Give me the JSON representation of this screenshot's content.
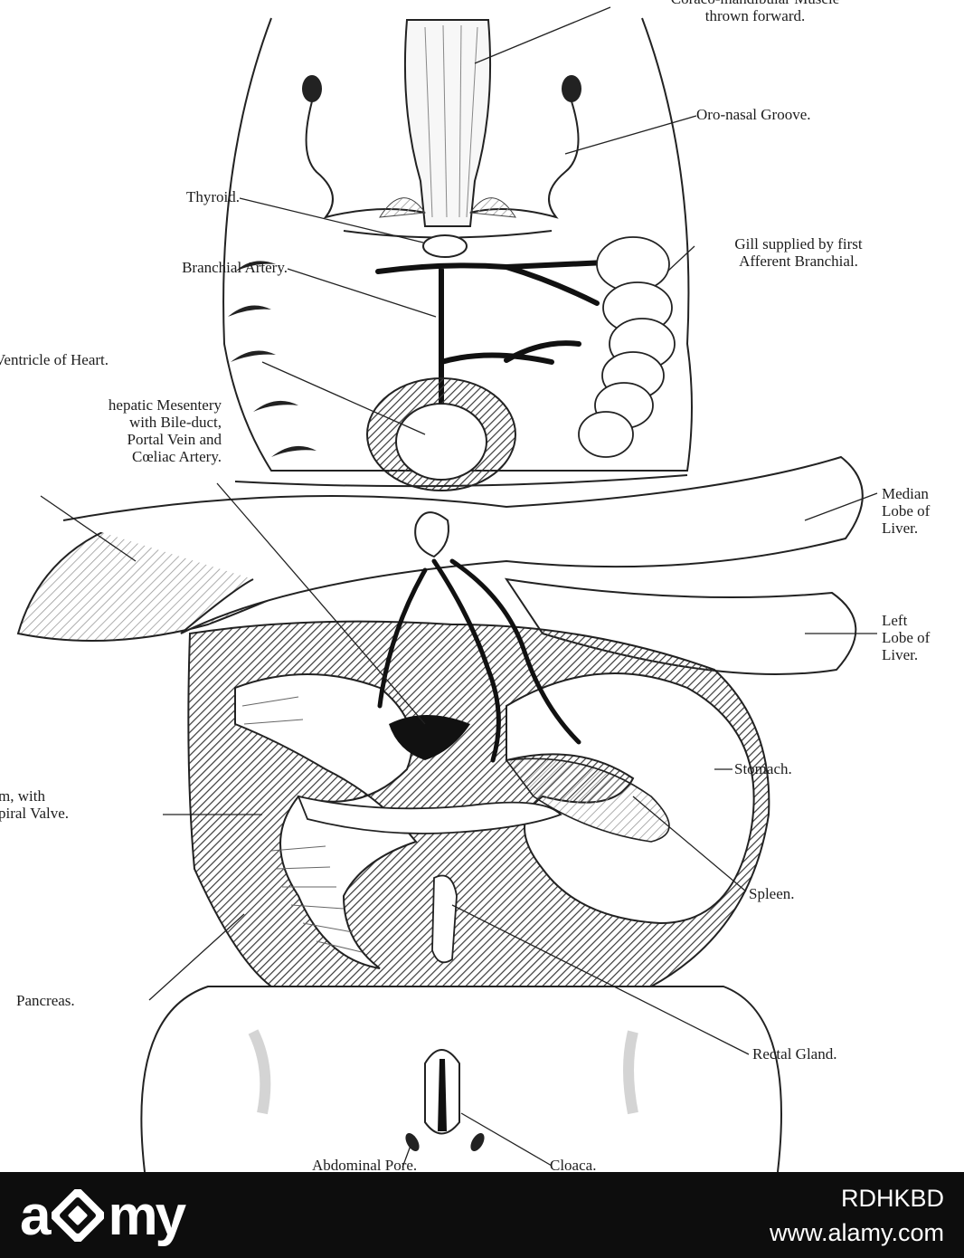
{
  "figure": {
    "labels": {
      "muscle": "Coraco-mandibular Muscle\nthrown forward.",
      "oronasal": "Oro-nasal Groove.",
      "thyroid": "Thyroid.",
      "branchial_artery": "Branchial Artery.",
      "gill": "Gill supplied by first\nAfferent Branchial.",
      "ventricle": "Ventricle of Heart.",
      "mesentery": "hepatic Mesentery\nwith Bile-duct,\nPortal Vein and\nCœliac Artery.",
      "median_lobe": "Median\nLobe of\nLiver.",
      "left_lobe": "Left\nLobe of\nLiver.",
      "stomach": "Stomach.",
      "spiral_valve": "m, with\npiral Valve.",
      "spleen": "Spleen.",
      "pancreas": "Pancreas.",
      "rectal_gland": "Rectal Gland.",
      "abdominal_pore": "Abdominal Pore.",
      "cloaca": "Cloaca."
    }
  },
  "footer": {
    "brand_left": "a",
    "brand_right": "my",
    "image_id": "RDHKBD",
    "site": "www.alamy.com"
  },
  "colors": {
    "ink": "#1d1d1d",
    "shade": "#4a4a4a",
    "footer_bg": "#0d0d0d"
  }
}
